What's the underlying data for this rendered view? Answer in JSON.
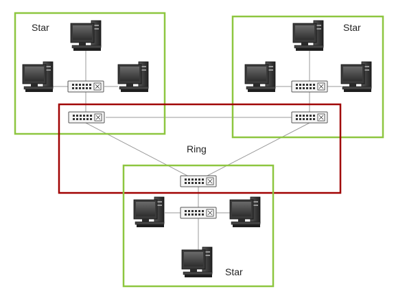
{
  "diagram": {
    "labels": {
      "star_top_left": "Star",
      "star_top_right": "Star",
      "ring": "Ring",
      "star_bottom": "Star"
    },
    "colors": {
      "star_border": "#8dc63f",
      "ring_border": "#a00000",
      "link": "#9a9a9a"
    },
    "icons": [
      "computer-icon",
      "network-switch-icon"
    ]
  }
}
